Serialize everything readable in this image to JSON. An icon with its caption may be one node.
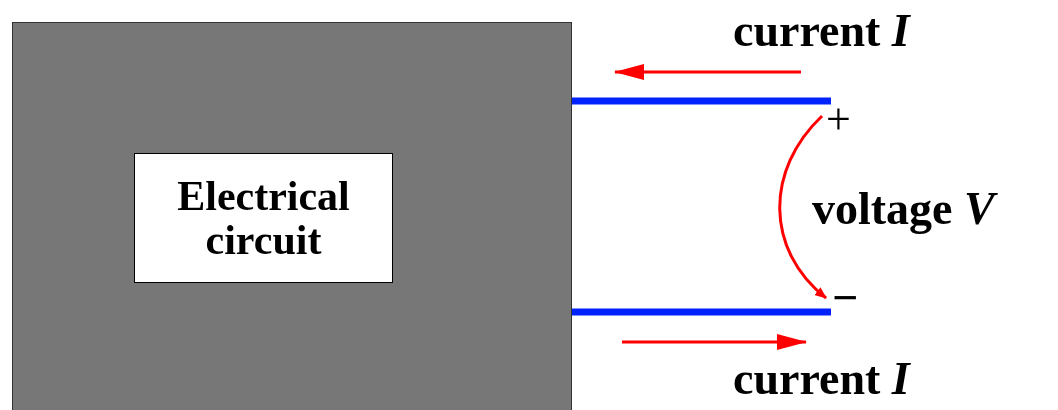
{
  "diagram": {
    "nodes": [
      {
        "text": [],
        "shape": "box"
      },
      {
        "text": [
          "Electrical circuit"
        ],
        "in": 0
      }
    ],
    "labels": [
      "current *I*",
      "+",
      "voltage *V*",
      "−",
      "current *I*"
    ]
  }
}
